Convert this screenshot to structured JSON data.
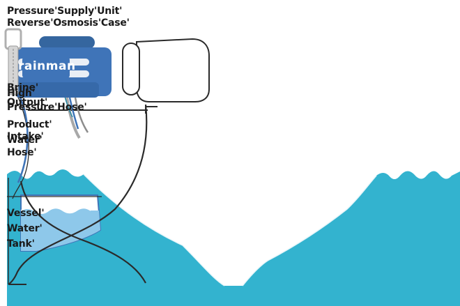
{
  "title_line_1": "Pressure'Supply'Unit'",
  "title_line_2": "Reverse'Osmosis'Case'",
  "brand_text": "rainman",
  "labels": {
    "brine_output_line_1": "Brine'",
    "brine_output_line_2": "Output'",
    "high_pressure_hose_line_1": "High'",
    "high_pressure_hose_line_2": "Pressure'Hose'",
    "product_water_hose_line_1": "Product'",
    "product_water_hose_line_2": "Water'",
    "product_water_hose_line_3": "Hose'",
    "intake_line_1": "Intake'",
    "vessel_water_tank_line_1": "Vessel'",
    "vessel_water_tank_line_2": "Water'",
    "vessel_water_tank_line_3": "Tank'"
  },
  "colors": {
    "sea": "#33b3cf",
    "tank_water": "#8ec8ea",
    "unit_body": "#3f74b8",
    "hose": "#2a2a2a",
    "label": "#1a1a1a"
  }
}
